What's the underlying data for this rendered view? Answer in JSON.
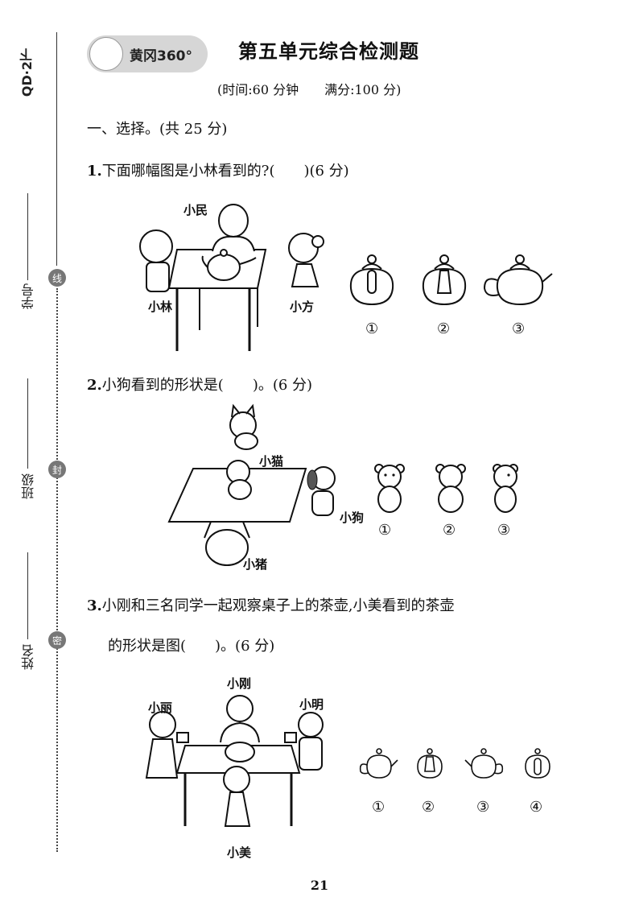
{
  "side": {
    "edition": "QD·2下",
    "student_id_label": "学号",
    "class_label": "班级",
    "name_label": "姓名",
    "seals": [
      "线",
      "封",
      "密"
    ]
  },
  "header": {
    "brand": "黄冈360°",
    "title": "第五单元综合检测题",
    "info": "(时间:60 分钟　　满分:100 分)"
  },
  "section": {
    "heading": "一、选择。(共 25 分)"
  },
  "q1": {
    "number": "1.",
    "text": "下面哪幅图是小林看到的?(　　)(6 分)",
    "labels": {
      "top": "小民",
      "left": "小林",
      "right": "小方"
    },
    "options": [
      "①",
      "②",
      "③"
    ]
  },
  "q2": {
    "number": "2.",
    "text": "小狗看到的形状是(　　)。(6 分)",
    "labels": {
      "cat": "小猫",
      "dog": "小狗",
      "pig": "小猪"
    },
    "options": [
      "①",
      "②",
      "③"
    ]
  },
  "q3": {
    "number": "3.",
    "text_line1": "小刚和三名同学一起观察桌子上的茶壶,小美看到的茶壶",
    "text_line2": "的形状是图(　　)。(6 分)",
    "labels": {
      "top": "小刚",
      "left": "小丽",
      "right": "小明",
      "bottom": "小美"
    },
    "options": [
      "①",
      "②",
      "③",
      "④"
    ]
  },
  "page_number": "21"
}
